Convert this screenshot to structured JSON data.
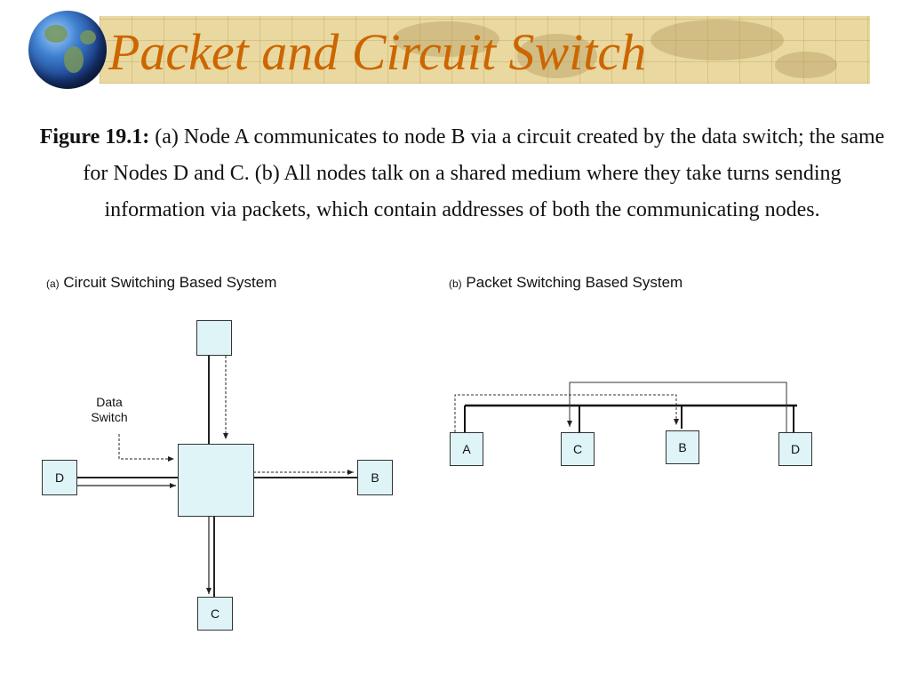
{
  "slide": {
    "title": "Packet and Circuit Switch"
  },
  "caption": {
    "figure_label": "Figure 19.1:",
    "text": "(a) Node A communicates to node B via a circuit created by the data switch; the same for Nodes D and C. (b) All nodes talk on a shared medium where they take turns sending information via packets, which contain addresses of both the communicating nodes."
  },
  "circuit_panel": {
    "tag": "(a)",
    "heading": "Circuit Switching Based System",
    "switch_label_line1": "Data",
    "switch_label_line2": "Switch",
    "nodes": {
      "top": "",
      "left": "D",
      "right": "B",
      "bottom": "C"
    }
  },
  "packet_panel": {
    "tag": "(b)",
    "heading": "Packet Switching Based System",
    "nodes": [
      "A",
      "C",
      "B",
      "D"
    ]
  },
  "colors": {
    "title": "#cc6600",
    "banner": "#e9d9a0",
    "node_fill": "#dff4f7",
    "switch_fill": "#dff4f7"
  }
}
